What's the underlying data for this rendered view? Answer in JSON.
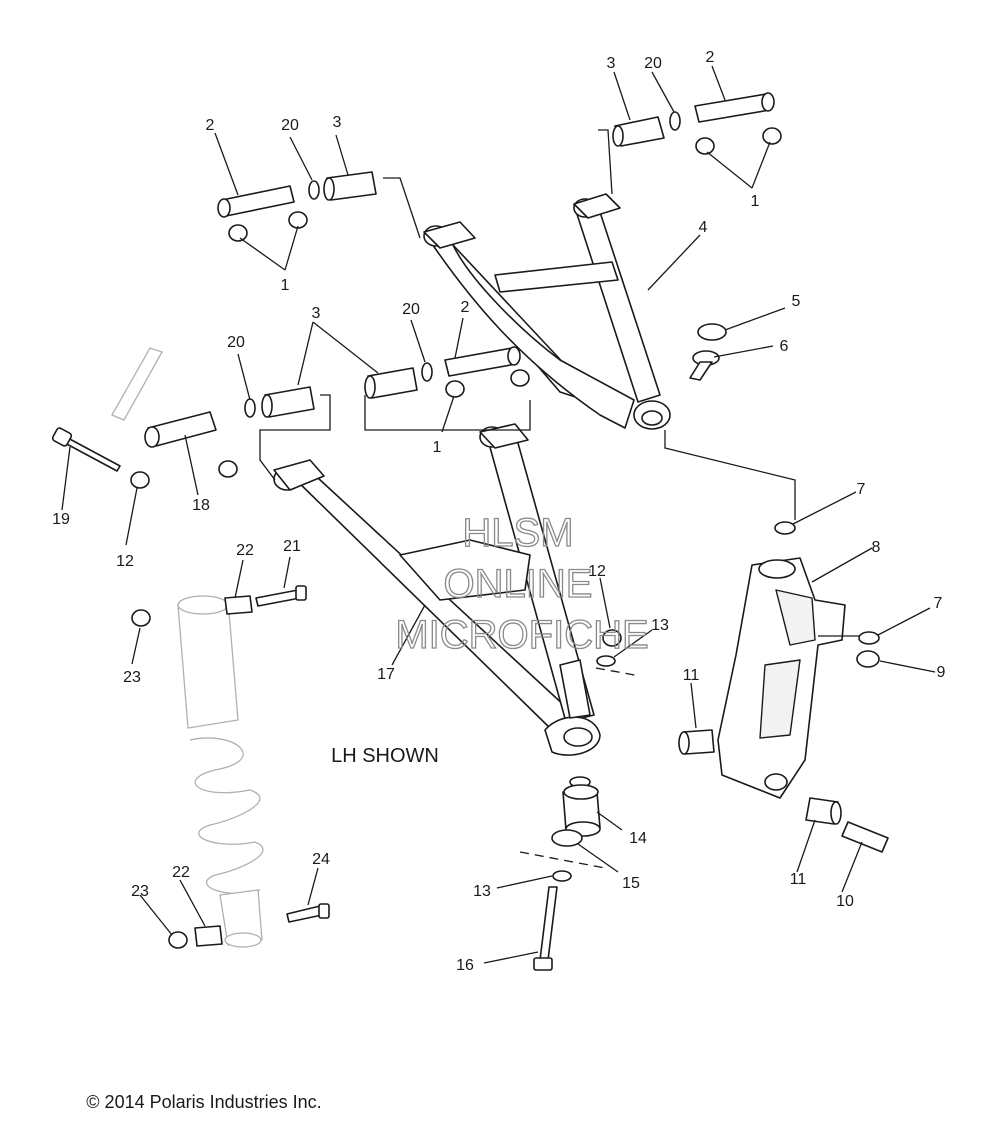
{
  "callouts": [
    "1",
    "2",
    "3",
    "4",
    "5",
    "6",
    "7",
    "8",
    "9",
    "10",
    "11",
    "12",
    "13",
    "14",
    "15",
    "16",
    "17",
    "18",
    "19",
    "20",
    "21",
    "22",
    "23",
    "24"
  ],
  "note": "LH SHOWN",
  "watermark": [
    "HLSM",
    "ONLINE",
    "MICROFICHE"
  ],
  "copyright": "© 2014 Polaris Industries Inc."
}
